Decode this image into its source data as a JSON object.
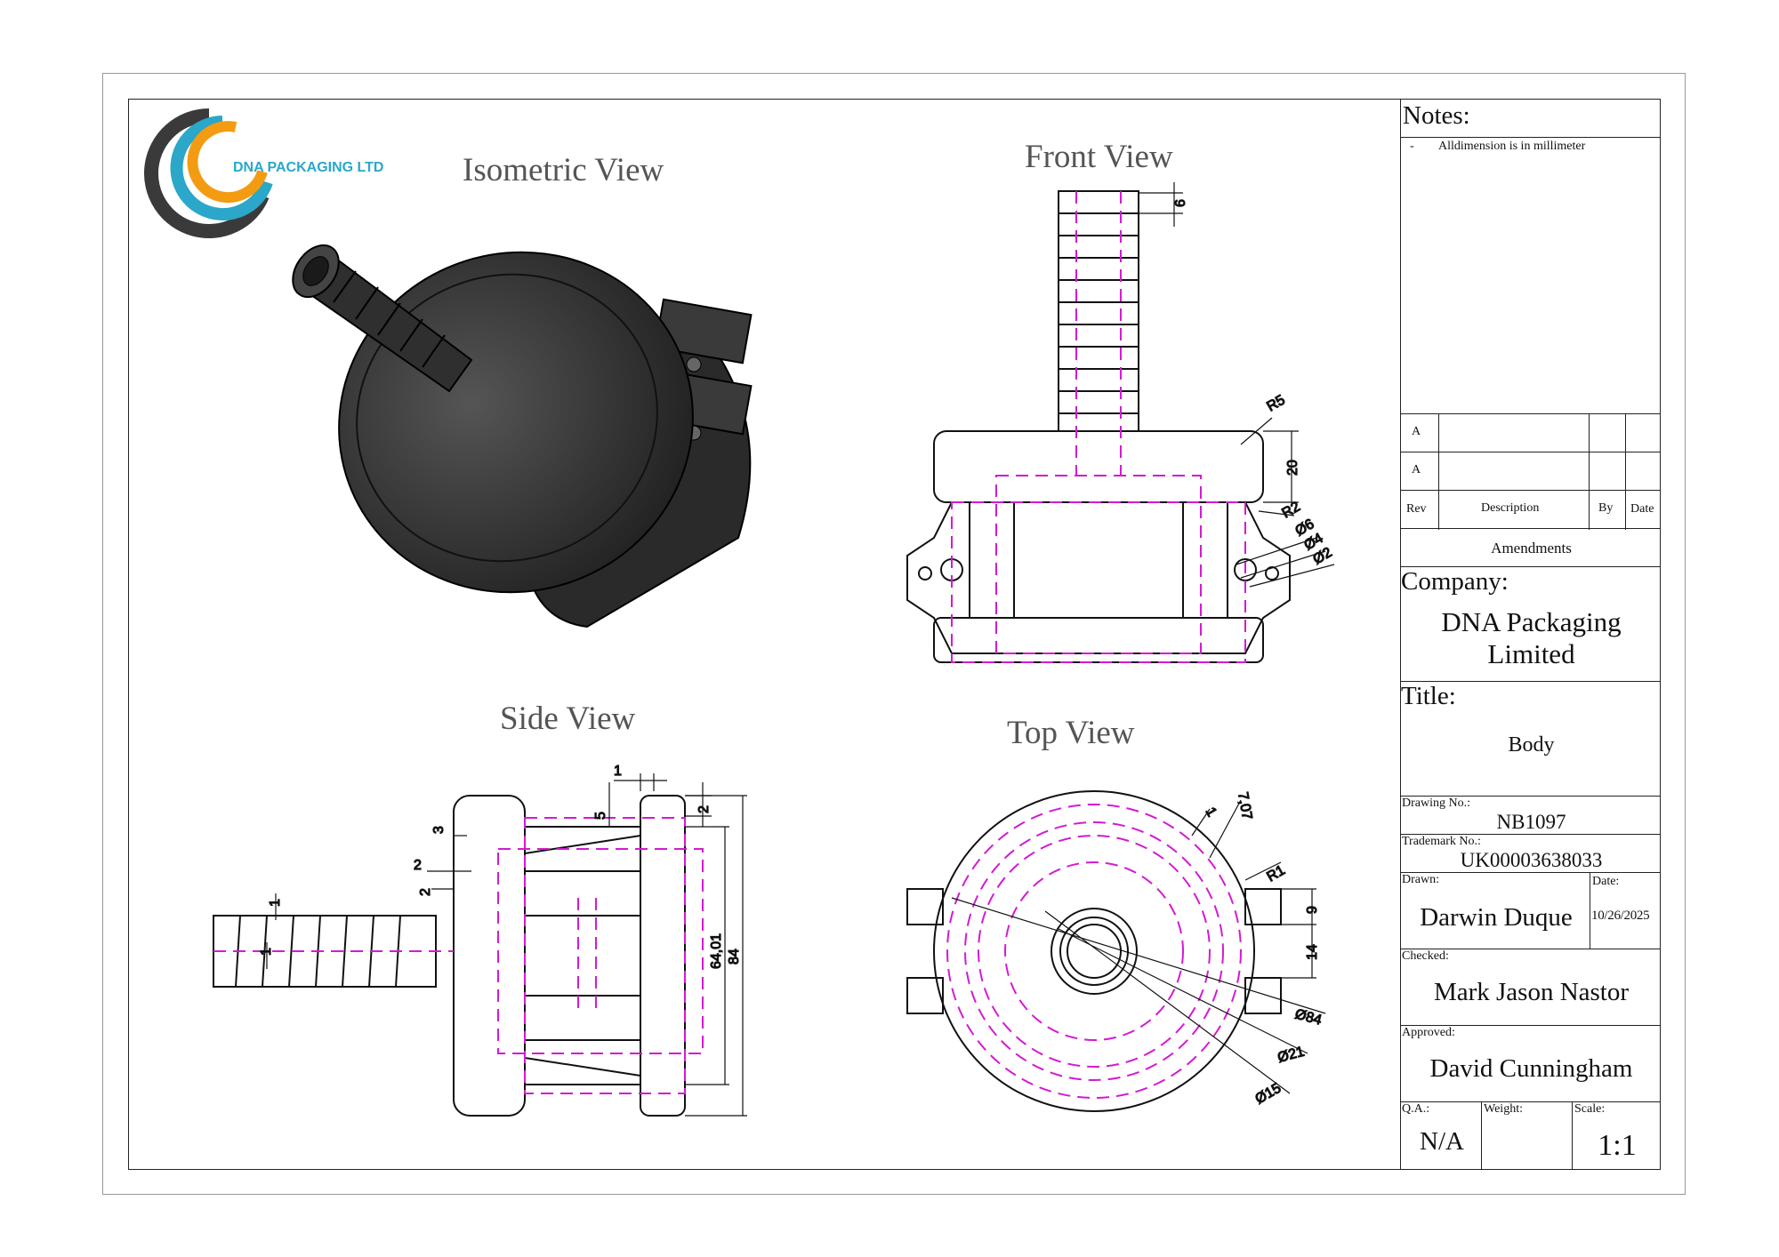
{
  "logo": {
    "company_text": "DNA PACKAGING LTD",
    "colors": {
      "orange": "#f39c12",
      "blue": "#2aa7c9",
      "dark": "#3a3a3a"
    }
  },
  "views": {
    "isometric": "Isometric View",
    "front": "Front View",
    "side": "Side View",
    "top": "Top View"
  },
  "dimensions": {
    "front": {
      "d1": "6",
      "d2": "R5",
      "d3": "20",
      "d4": "R2",
      "d5": "Ø6",
      "d6": "Ø4",
      "d7": "Ø2"
    },
    "side": {
      "d1": "1",
      "d2": "5",
      "d3": "2",
      "d4": "3",
      "d5": "2",
      "d6": "2",
      "d7": "1",
      "d8": "1",
      "d9": "64,01",
      "d10": "84"
    },
    "top": {
      "d1": "1",
      "d2": "7,07",
      "d3": "R1",
      "d4": "9",
      "d5": "14",
      "d6": "Ø84",
      "d7": "Ø21",
      "d8": "Ø15"
    }
  },
  "title_block": {
    "notes_label": "Notes:",
    "note_bullet": "-",
    "note_text": "Alldimension is in millimeter",
    "rev_rows": [
      {
        "rev": "A"
      },
      {
        "rev": "A"
      }
    ],
    "rev_header": {
      "rev": "Rev",
      "description": "Description",
      "by": "By",
      "date": "Date"
    },
    "amendments": "Amendments",
    "company_label": "Company:",
    "company_line1": "DNA Packaging",
    "company_line2": "Limited",
    "title_label": "Title:",
    "title_value": "Body",
    "drawing_no_label": "Drawing No.:",
    "drawing_no": "NB1097",
    "trademark_label": "Trademark No.:",
    "trademark_no": "UK00003638033",
    "drawn_label": "Drawn:",
    "drawn_by": "Darwin Duque",
    "date_label": "Date:",
    "date": "10/26/2025",
    "checked_label": "Checked:",
    "checked_by": "Mark Jason Nastor",
    "approved_label": "Approved:",
    "approved_by": "David Cunningham",
    "qa_label": "Q.A.:",
    "qa_value": "N/A",
    "weight_label": "Weight:",
    "scale_label": "Scale:",
    "scale_value": "1:1"
  },
  "colors": {
    "hidden_line": "#d21bd2",
    "ink": "#111111",
    "part": "#333333"
  }
}
